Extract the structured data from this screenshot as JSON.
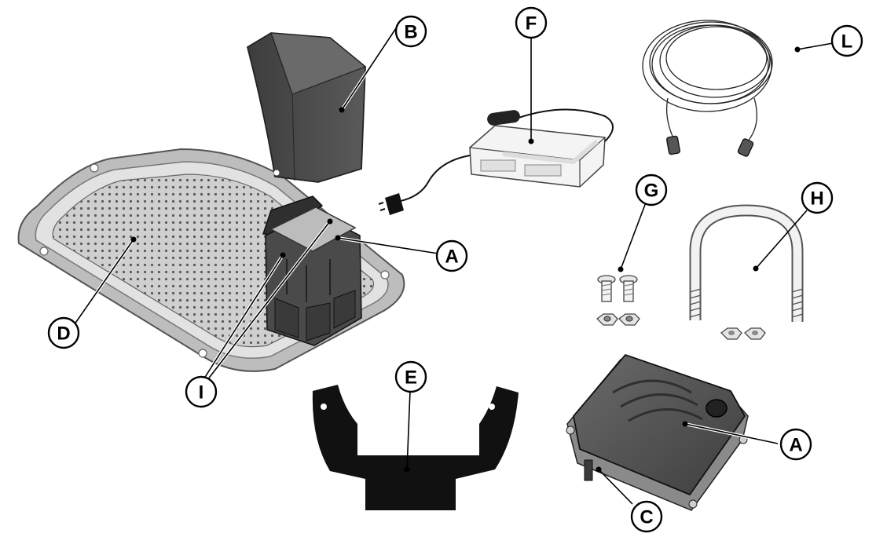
{
  "callouts": {
    "A1": "A",
    "A2": "A",
    "B": "B",
    "C": "C",
    "D": "D",
    "E": "E",
    "F": "F",
    "G": "G",
    "H": "H",
    "I": "I",
    "L": "L"
  },
  "colors": {
    "ink": "#000000",
    "dark_part": "#4a4a4a",
    "mid_part": "#8c8c8c",
    "light_part": "#d8d8d8",
    "background": "#ffffff"
  }
}
